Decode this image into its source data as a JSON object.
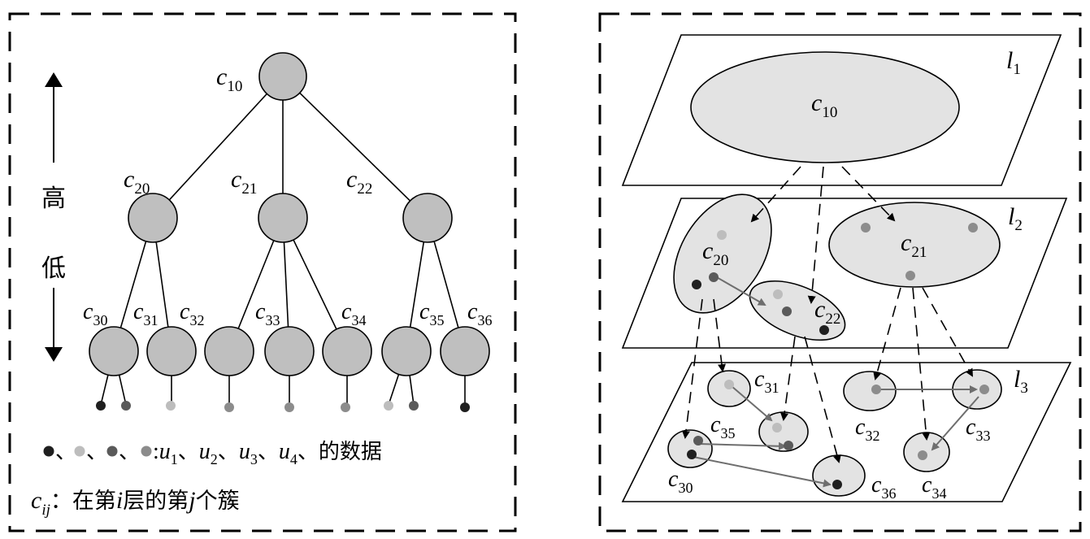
{
  "left_panel": {
    "root": {
      "base": "c",
      "sub": "10"
    },
    "level2": [
      {
        "base": "c",
        "sub": "20"
      },
      {
        "base": "c",
        "sub": "21"
      },
      {
        "base": "c",
        "sub": "22"
      }
    ],
    "level3": [
      {
        "base": "c",
        "sub": "30"
      },
      {
        "base": "c",
        "sub": "31"
      },
      {
        "base": "c",
        "sub": "32"
      },
      {
        "base": "c",
        "sub": "33"
      },
      {
        "base": "c",
        "sub": "34"
      },
      {
        "base": "c",
        "sub": "35"
      },
      {
        "base": "c",
        "sub": "36"
      }
    ],
    "axis": {
      "high": "高",
      "low": "低"
    },
    "legend": {
      "sep": "、",
      "colon": ":",
      "users": [
        {
          "base": "u",
          "sub": "1"
        },
        {
          "base": "u",
          "sub": "2"
        },
        {
          "base": "u",
          "sub": "3"
        },
        {
          "base": "u",
          "sub": "4"
        }
      ],
      "suffix": "的数据",
      "dot_colors": [
        "#1f1f1f",
        "#bdbdbd",
        "#5a5a5a",
        "#8c8c8c"
      ]
    },
    "definition": {
      "symbol": "c",
      "sub": "ij",
      "colon": "：",
      "t1": "在第",
      "i": "i",
      "t2": "层的第",
      "j": "j",
      "t3": "个簇"
    }
  },
  "right_panel": {
    "layers": [
      {
        "base": "l",
        "sub": "1"
      },
      {
        "base": "l",
        "sub": "2"
      },
      {
        "base": "l",
        "sub": "3"
      }
    ],
    "clusters": {
      "c10": {
        "base": "c",
        "sub": "10"
      },
      "c20": {
        "base": "c",
        "sub": "20"
      },
      "c21": {
        "base": "c",
        "sub": "21"
      },
      "c22": {
        "base": "c",
        "sub": "22"
      },
      "c30": {
        "base": "c",
        "sub": "30"
      },
      "c31": {
        "base": "c",
        "sub": "31"
      },
      "c32": {
        "base": "c",
        "sub": "32"
      },
      "c33": {
        "base": "c",
        "sub": "33"
      },
      "c34": {
        "base": "c",
        "sub": "34"
      },
      "c35": {
        "base": "c",
        "sub": "35"
      },
      "c36": {
        "base": "c",
        "sub": "36"
      }
    }
  },
  "colors": {
    "node_fill": "#bfbfbf",
    "ellipse_fill": "#e3e3e3",
    "arrow_gray": "#6e6e6e"
  }
}
